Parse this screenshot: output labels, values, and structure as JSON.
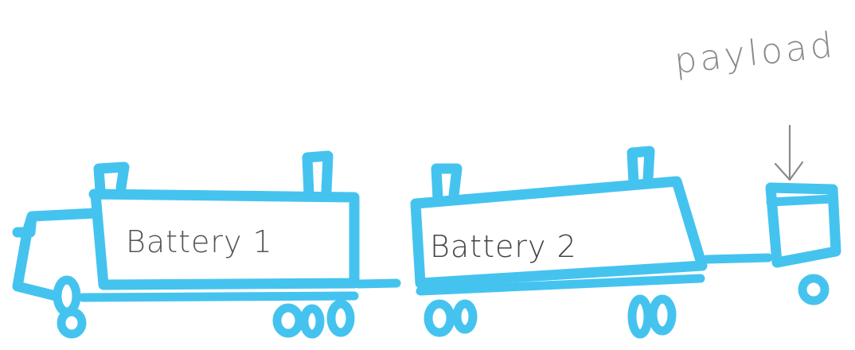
{
  "labels": {
    "battery1": "Battery 1",
    "battery2": "Battery 2",
    "payload": "payload"
  },
  "colors": {
    "stroke": "#45c3ef",
    "ink": "#8a8a8a"
  }
}
